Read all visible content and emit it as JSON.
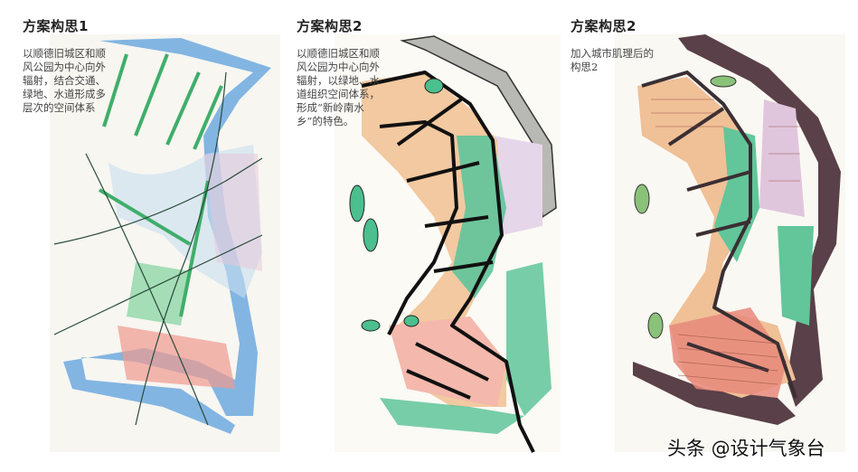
{
  "panels": [
    {
      "title": "方案构思1",
      "description": "以顺德旧城区和顺\n风公园为中心向外\n辐射，结合交通、\n绿地、水道形成多\n层次的空间体系"
    },
    {
      "title": "方案构思2",
      "description": "以顺德旧城区和顺\n风公园为中心向外\n辐射，以绿地、水\n道组织空间体系，\n形成“新岭南水\n乡”的特色。"
    },
    {
      "title": "方案构思2",
      "description": "加入城市肌理后的\n构思2"
    }
  ],
  "watermark": "头条 @设计气象台",
  "colors": {
    "water": "#6fa6dc",
    "green": "#5fc49a",
    "orange": "#f2c59a",
    "pink": "#f0b2a8",
    "lilac": "#e2cde0",
    "ink": "#1c1c1c",
    "dark_river": "#5a4048"
  }
}
